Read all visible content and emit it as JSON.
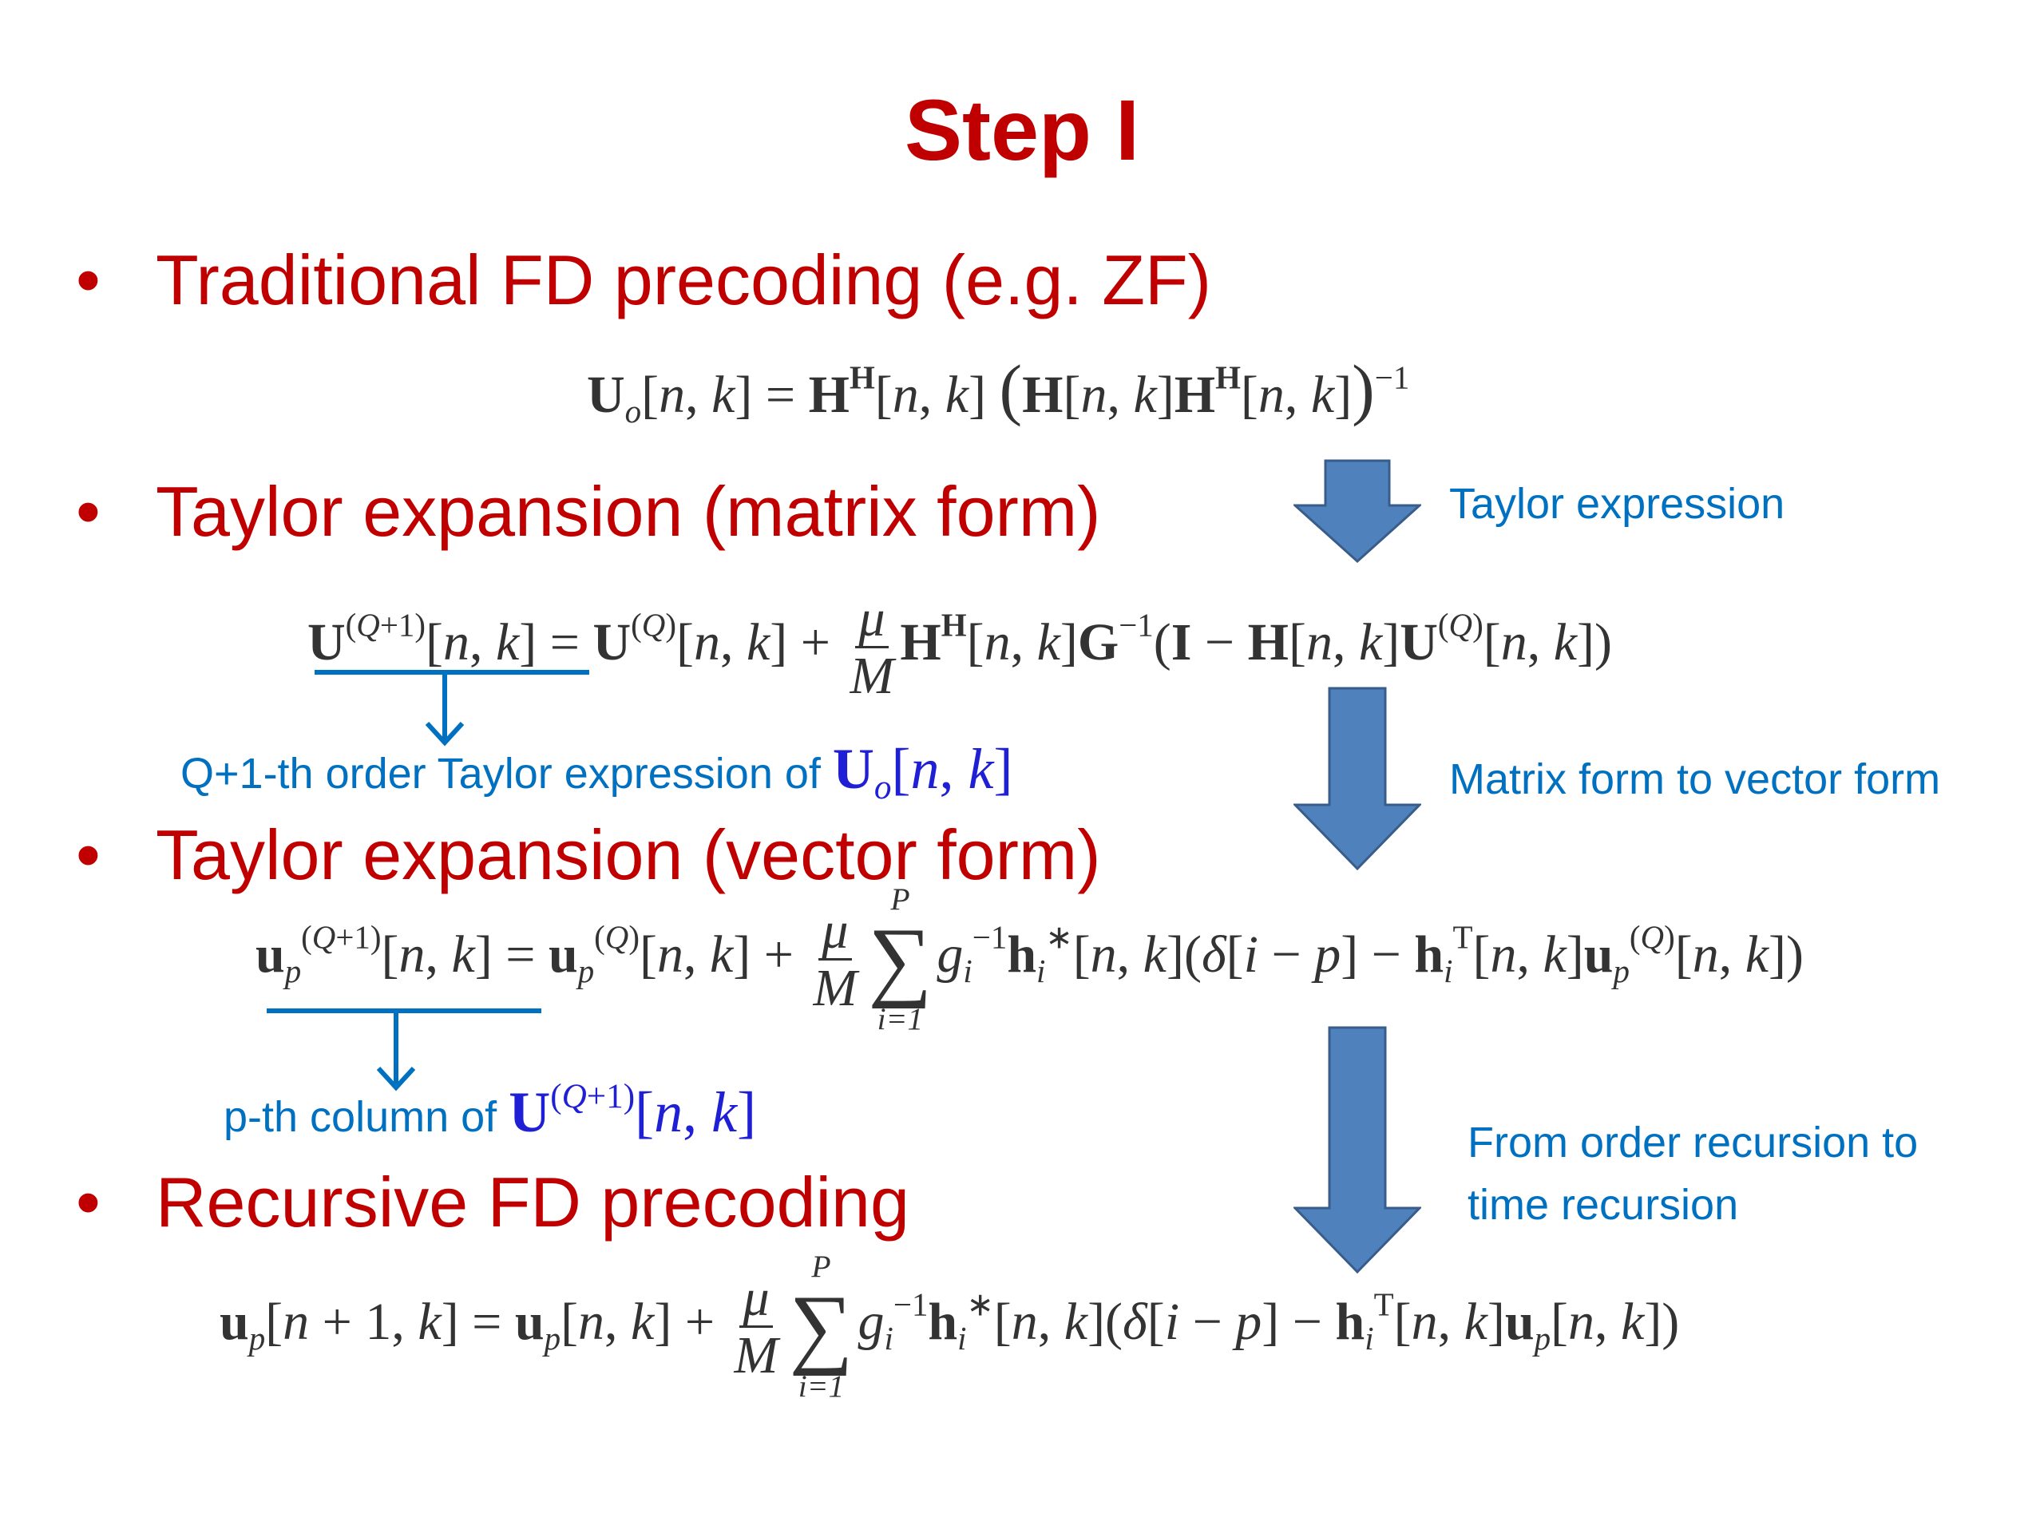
{
  "slide": {
    "title": "Step I",
    "bullets": [
      {
        "text": "Traditional FD precoding (e.g. ZF)"
      },
      {
        "text": "Taylor expansion (matrix form)"
      },
      {
        "text": "Taylor expansion (vector form)"
      },
      {
        "text": "Recursive FD precoding"
      }
    ],
    "bullet_symbol": "•",
    "side_labels": {
      "taylor_expression": "Taylor expression",
      "matrix_to_vector": "Matrix form to vector form",
      "order_to_time_line1": "From order recursion to",
      "order_to_time_line2": "time recursion"
    },
    "underline_notes": {
      "matrix_note_text": "Q+1-th order Taylor expression of",
      "vector_note_text": "p-th column of"
    },
    "colors": {
      "title": "#c00000",
      "bullet": "#c00000",
      "annotation": "#0070c0",
      "arrow_fill": "#4f81bd",
      "arrow_stroke": "#385d8a",
      "equation": "#333333"
    }
  }
}
